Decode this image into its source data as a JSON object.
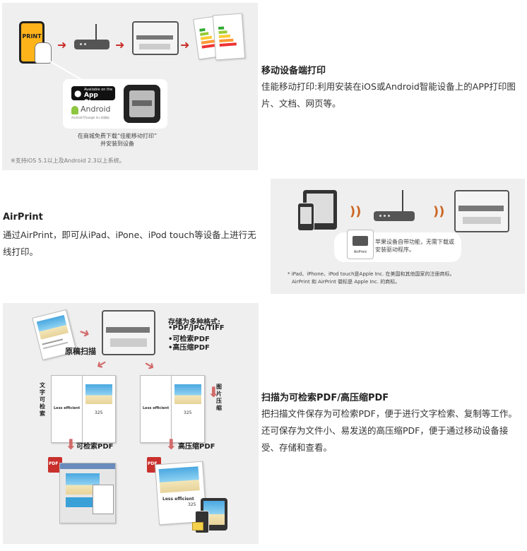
{
  "section1": {
    "phone_label": "PRINT",
    "appstore_small": "Available on the",
    "appstore_label": "App Store",
    "android_label": "Android",
    "android_sub": "Android7/Google Inc.的商标",
    "download_line1": "在商城免费下载“佳能移动打印”",
    "download_line2": "并安装到设备",
    "footnote": "※支持iOS 5.1以上及Android 2.3以上系统。",
    "title": "移动设备端打印",
    "body": "佳能移动打印:利用安装在iOS或Android智能设备上的APP打印图片、文档、网页等。"
  },
  "section2": {
    "title": "AirPrint",
    "body": "通过AirPrint，即可从iPad、iPone、iPod touch等设备上进行无线打印。",
    "airprint_icon_label": "AirPrint",
    "bubble_text": "苹果设备自带功能，无需下载或安装驱动程序。",
    "note_line1": "* iPad、iPhone、iPod touch是Apple Inc. 在美国和其他国家的注册商标。",
    "note_line2": "AirPrint 和 AirPrint 徽标是 Apple Inc. 的商标。"
  },
  "section3": {
    "save_title": "存储为多种格式:",
    "formats": [
      "•PDF/JPG/TIFF",
      "•可检索PDF",
      "•高压缩PDF"
    ],
    "scan_label": "原稿扫描",
    "text_search_label": "文字可检索",
    "image_compress_label": "图片压缩",
    "doc_title": "Less efficient",
    "doc_number": "325",
    "searchable_pdf": "可检索PDF",
    "compressed_pdf": "高压缩PDF",
    "pdf_tag": "PDF",
    "title": "扫描为可检索PDF/高压缩PDF",
    "body": "把扫描文件保存为可检索PDF，便于进行文字检索、复制等工作。还可保存为文件小、易发送的高压缩PDF，便于通过移动设备接受、存储和查看。"
  },
  "colors": {
    "panel_bg": "#efefef",
    "arrow_red": "#c9302c",
    "phone_yellow": "#ffb31a",
    "down_arrow": "#d26a6a"
  }
}
